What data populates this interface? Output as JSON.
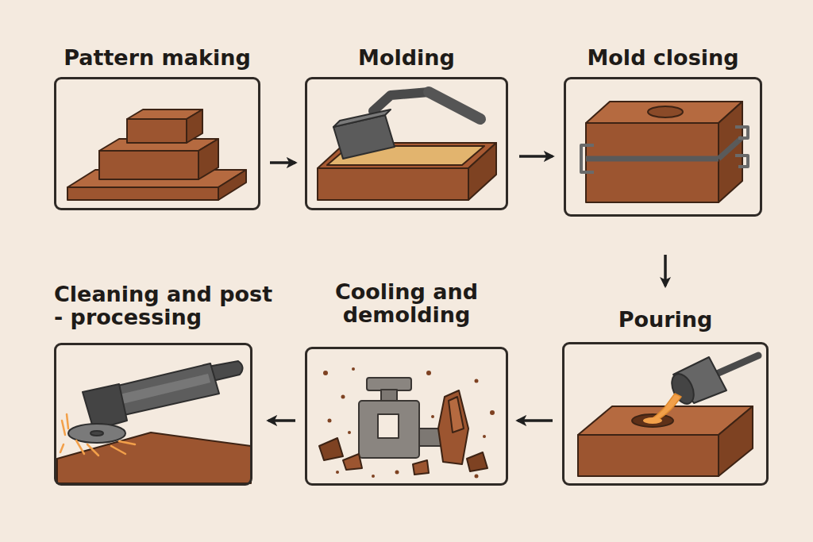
{
  "diagram": {
    "nodes": [
      {
        "text": [
          "Pattern making"
        ]
      },
      {
        "text": [
          "Molding"
        ]
      },
      {
        "text": [
          "Mold closing"
        ]
      },
      {
        "text": [
          "Pouring"
        ]
      },
      {
        "text": [
          "Cooling and demolding"
        ]
      },
      {
        "text": [
          "Cleaning and post - processing"
        ]
      }
    ],
    "edges": [
      {
        "from": 0,
        "to": 1,
        "arrow": "to"
      },
      {
        "from": 1,
        "to": 2,
        "arrow": "to"
      },
      {
        "from": 2,
        "to": 3,
        "arrow": "to"
      },
      {
        "from": 3,
        "to": 4,
        "arrow": "to"
      },
      {
        "from": 4,
        "to": 5,
        "arrow": "to"
      }
    ]
  }
}
